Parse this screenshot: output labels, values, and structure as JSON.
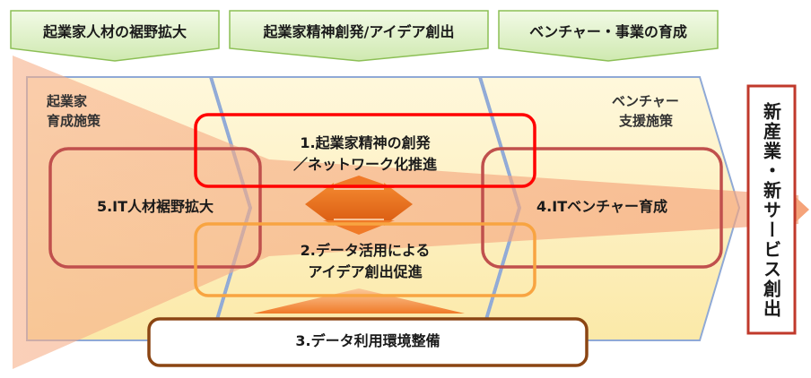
{
  "headers": {
    "phase1": "起業家人材の裾野拡大",
    "phase2": "起業家精神創発/アイデア創出",
    "phase3": "ベンチャー・事業の育成"
  },
  "side_labels": {
    "left_line1": "起業家",
    "left_line2": "育成施策",
    "right_line1": "ベンチャー",
    "right_line2": "支援施策"
  },
  "boxes": {
    "item1_line1": "1.起業家精神の創発",
    "item1_line2": "／ネットワーク化推進",
    "item2_line1": "2.データ活用による",
    "item2_line2": "アイデア創出促進",
    "item3": "3.データ利用環境整備",
    "item4": "4.ITベンチャー育成",
    "item5": "5.IT人材裾野拡大"
  },
  "outcome": "新産業・新サービス創出",
  "colors": {
    "header_fill": "#d9f0bd",
    "header_stroke": "#7fb24d",
    "chevron_fill": "#fdf2c4",
    "chevron_stroke": "#8fa9d6",
    "funnel": "#f7c9a0",
    "red": "#ff0000",
    "dark_red": "#c0504d",
    "orange": "#f8a441",
    "brown": "#8b4513",
    "arrow_orange": "#f07020",
    "outcome_stroke": "#c0392b"
  }
}
